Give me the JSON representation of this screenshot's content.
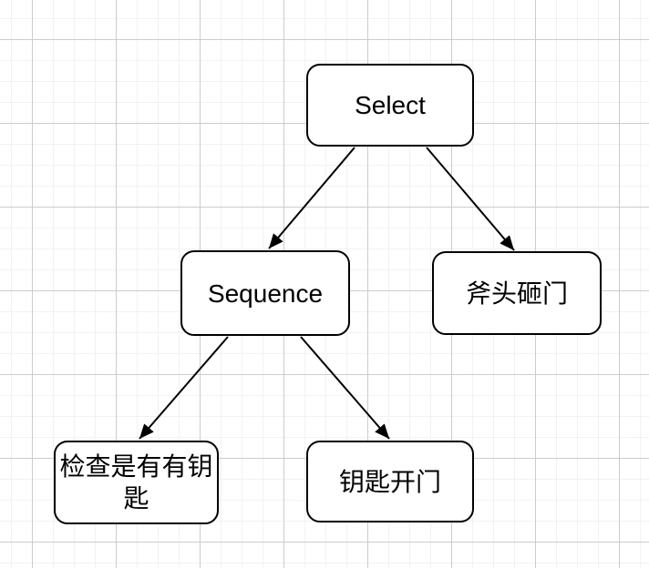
{
  "diagram": {
    "nodes": {
      "select": {
        "label": "Select"
      },
      "sequence": {
        "label": "Sequence"
      },
      "axe_door": {
        "label": "斧头砸门"
      },
      "check_key": {
        "label": "检查是有有钥\n匙"
      },
      "key_open": {
        "label": "钥匙开门"
      }
    },
    "edges": [
      {
        "from": "select",
        "to": "sequence"
      },
      {
        "from": "select",
        "to": "axe_door"
      },
      {
        "from": "sequence",
        "to": "check_key"
      },
      {
        "from": "sequence",
        "to": "key_open"
      }
    ],
    "colors": {
      "canvas_background": "#ffffff",
      "grid_minor": "#f2f2f2",
      "grid_major": "#cccccc",
      "node_fill": "#ffffff",
      "node_border": "#000000",
      "node_text": "#000000",
      "edge": "#000000"
    }
  }
}
